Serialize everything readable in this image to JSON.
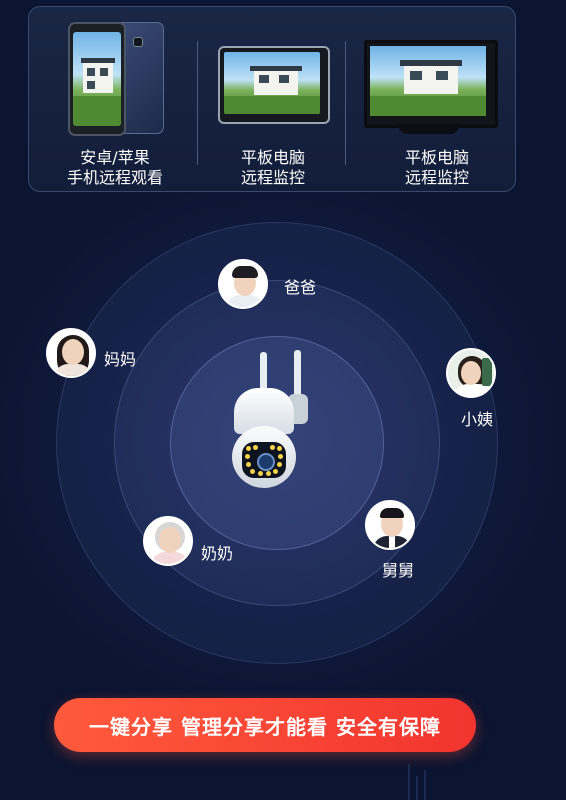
{
  "devices": [
    {
      "label_line1": "安卓/苹果",
      "label_line2": "手机远程观看",
      "icon": "smartphone-icon"
    },
    {
      "label_line1": "平板电脑",
      "label_line2": "远程监控",
      "icon": "tablet-icon"
    },
    {
      "label_line1": "平板电脑",
      "label_line2": "远程监控",
      "icon": "monitor-icon"
    }
  ],
  "family": {
    "dad": "爸爸",
    "mom": "妈妈",
    "aunt": "小姨",
    "grandma": "奶奶",
    "uncle": "舅舅"
  },
  "cta": {
    "label": "一键分享 管理分享才能看 安全有保障"
  },
  "colors": {
    "background": "#0b1431",
    "panel_border": "#3a4a6e",
    "cta_start": "#ff5a3c",
    "cta_end": "#f2342f"
  }
}
